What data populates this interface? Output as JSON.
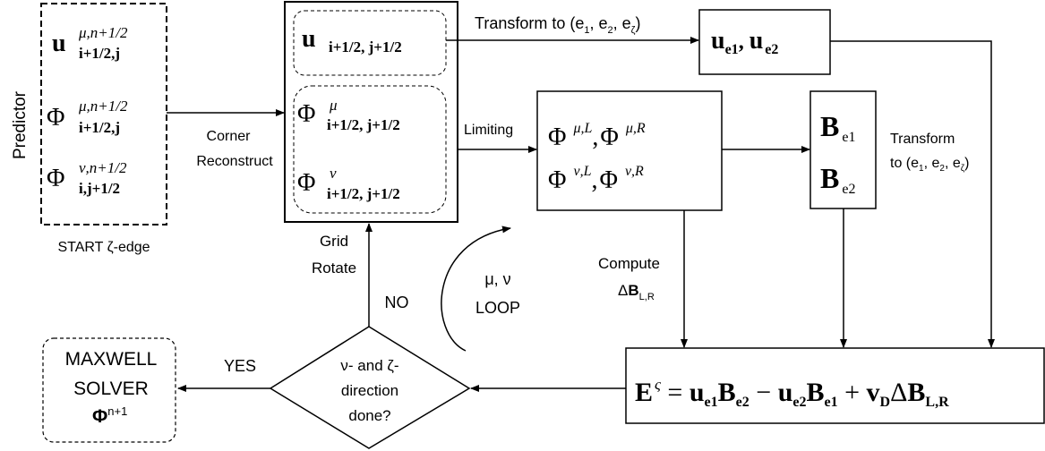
{
  "predictor": {
    "title": "Predictor",
    "start_label": "START ζ-edge",
    "u_sym": "u",
    "u_sup": "μ,n+1/2",
    "u_sub": "i+1/2,j",
    "phi_mu_sym": "Φ",
    "phi_mu_sup": "μ,n+1/2",
    "phi_mu_sub": "i+1/2,j",
    "phi_nu_sym": "Φ",
    "phi_nu_sup": "ν,n+1/2",
    "phi_nu_sub": "i,j+1/2"
  },
  "corner": {
    "label_line1": "Corner",
    "label_line2": "Reconstruct",
    "u_sym": "u",
    "u_sub": "i+1/2, j+1/2",
    "phi_mu_sym": "Φ",
    "phi_mu_sup": "μ",
    "phi_mu_sub": "i+1/2, j+1/2",
    "phi_nu_sym": "Φ",
    "phi_nu_sup": "ν",
    "phi_nu_sub": "i+1/2, j+1/2"
  },
  "transform_top": {
    "prefix": "Transform to (e",
    "s1": "1",
    "c1": ", e",
    "s2": "2",
    "c2": ", e",
    "s3": "ζ",
    "suffix": ")"
  },
  "ue_box": {
    "u1": "u",
    "sub1": "e1",
    "comma": ",",
    "u2": "u",
    "sub2": "e2"
  },
  "limiting": {
    "label": "Limiting",
    "r1_phi1": "Φ",
    "r1_sup1": "μ,L",
    "r1_sep": ",",
    "r1_phi2": "Φ",
    "r1_sup2": "μ,R",
    "r2_phi1": "Φ",
    "r2_sup1": "ν,L",
    "r2_sep": ",",
    "r2_phi2": "Φ",
    "r2_sup2": "ν,R"
  },
  "be_box": {
    "b1": "B",
    "sub1": "e1",
    "b2": "B",
    "sub2": "e2"
  },
  "transform_right": {
    "line1": "Transform",
    "prefix": "to (e",
    "s1": "1",
    "c1": ", e",
    "s2": "2",
    "c2": ", e",
    "s3": "ζ",
    "suffix": ")"
  },
  "compute": {
    "line1": "Compute",
    "delta": "Δ",
    "b": "B",
    "sub": "L,R"
  },
  "loop": {
    "line1": "μ, ν",
    "line2": "LOOP"
  },
  "grid": {
    "line1": "Grid",
    "line2": "Rotate"
  },
  "decision": {
    "line1": "ν- and ζ-",
    "line2": "direction",
    "line3": "done?",
    "no": "NO",
    "yes": "YES"
  },
  "maxwell": {
    "line1": "MAXWELL",
    "line2": "SOLVER",
    "phi": "Φ",
    "sup": "n+1"
  },
  "equation": {
    "E": "E",
    "E_sup": "ς",
    "eq": " = ",
    "t1u": "u",
    "t1us": "e1",
    "t1b": "B",
    "t1bs": "e2",
    "minus": " − ",
    "t2u": "u",
    "t2us": "e2",
    "t2b": "B",
    "t2bs": "e1",
    "plus": " + ",
    "v": "v",
    "vs": "D",
    "d": "Δ",
    "B": "B",
    "Bs": "L,R"
  }
}
